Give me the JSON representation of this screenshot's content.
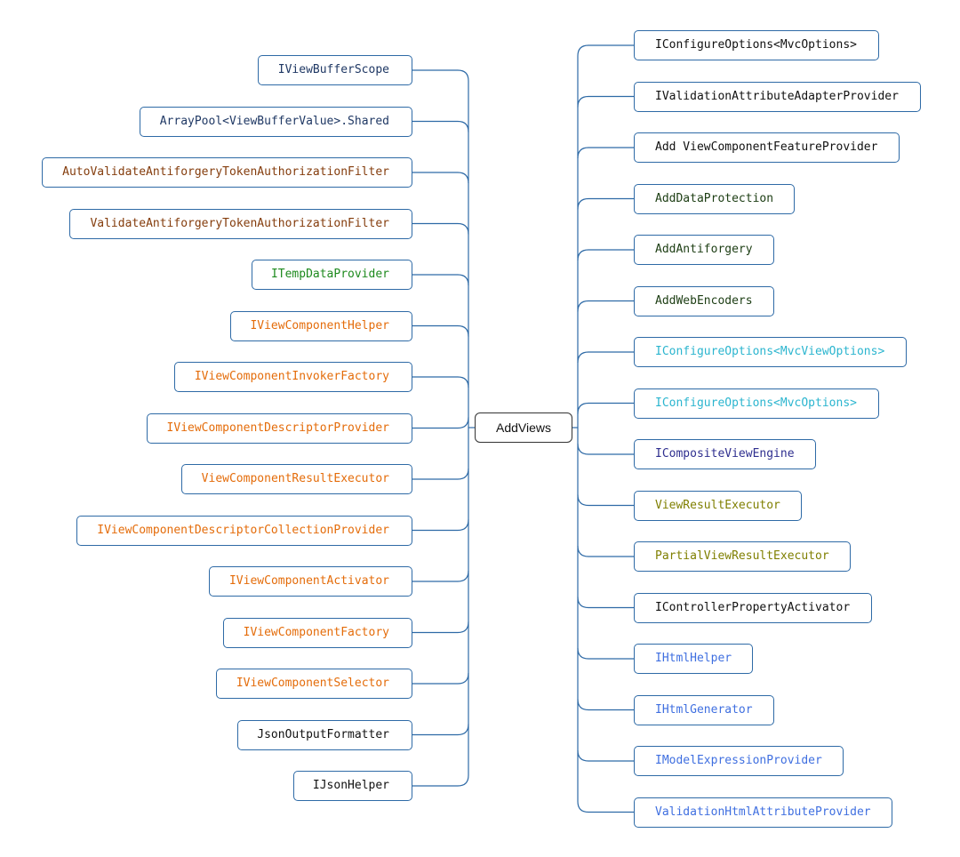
{
  "center": {
    "label": "AddViews"
  },
  "colors": {
    "line": "#2e6aa6",
    "navy": "#1f3864",
    "brown": "#843c0c",
    "green": "#1e8a1e",
    "orange": "#e46c0a",
    "black": "#111111",
    "darkgreen": "#1c3d13",
    "cyan": "#2bb5cf",
    "indigo": "#2f2f8f",
    "olive": "#7f7f00",
    "blue": "#3f6fe0"
  },
  "left_nodes": [
    {
      "label": "IViewBufferScope",
      "color": "navy"
    },
    {
      "label": "ArrayPool<ViewBufferValue>.Shared",
      "color": "navy"
    },
    {
      "label": "AutoValidateAntiforgeryTokenAuthorizationFilter",
      "color": "brown"
    },
    {
      "label": "ValidateAntiforgeryTokenAuthorizationFilter",
      "color": "brown"
    },
    {
      "label": "ITempDataProvider",
      "color": "green"
    },
    {
      "label": "IViewComponentHelper",
      "color": "orange"
    },
    {
      "label": "IViewComponentInvokerFactory",
      "color": "orange"
    },
    {
      "label": "IViewComponentDescriptorProvider",
      "color": "orange"
    },
    {
      "label": "ViewComponentResultExecutor",
      "color": "orange"
    },
    {
      "label": "IViewComponentDescriptorCollectionProvider",
      "color": "orange"
    },
    {
      "label": "IViewComponentActivator",
      "color": "orange"
    },
    {
      "label": "IViewComponentFactory",
      "color": "orange"
    },
    {
      "label": "IViewComponentSelector",
      "color": "orange"
    },
    {
      "label": "JsonOutputFormatter",
      "color": "black"
    },
    {
      "label": "IJsonHelper",
      "color": "black"
    }
  ],
  "right_nodes": [
    {
      "label": "IConfigureOptions<MvcOptions>",
      "color": "black"
    },
    {
      "label": "IValidationAttributeAdapterProvider",
      "color": "black"
    },
    {
      "label": "Add ViewComponentFeatureProvider",
      "color": "black"
    },
    {
      "label": "AddDataProtection",
      "color": "darkgreen"
    },
    {
      "label": "AddAntiforgery",
      "color": "darkgreen"
    },
    {
      "label": "AddWebEncoders",
      "color": "darkgreen"
    },
    {
      "label": "IConfigureOptions<MvcViewOptions>",
      "color": "cyan"
    },
    {
      "label": "IConfigureOptions<MvcOptions>",
      "color": "cyan"
    },
    {
      "label": "ICompositeViewEngine",
      "color": "indigo"
    },
    {
      "label": "ViewResultExecutor",
      "color": "olive"
    },
    {
      "label": "PartialViewResultExecutor",
      "color": "olive"
    },
    {
      "label": "IControllerPropertyActivator",
      "color": "black"
    },
    {
      "label": "IHtmlHelper",
      "color": "blue"
    },
    {
      "label": "IHtmlGenerator",
      "color": "blue"
    },
    {
      "label": "IModelExpressionProvider",
      "color": "blue"
    },
    {
      "label": "ValidationHtmlAttributeProvider",
      "color": "blue"
    }
  ]
}
